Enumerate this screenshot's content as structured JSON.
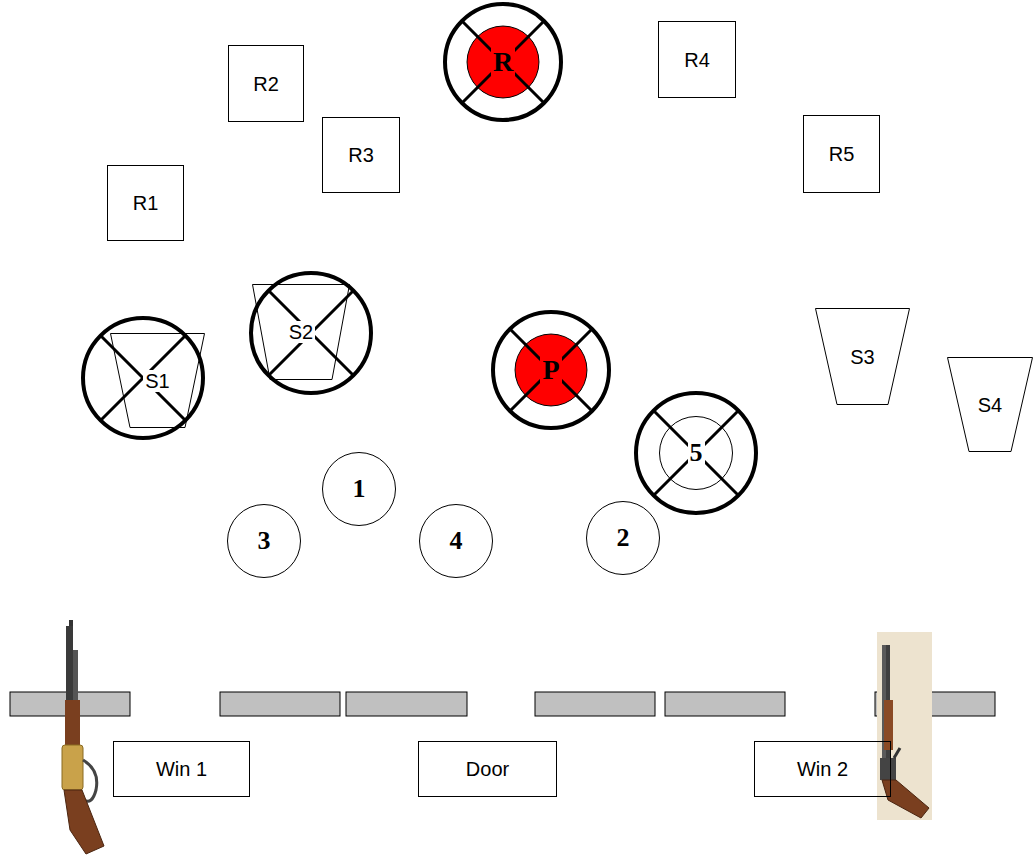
{
  "diagram": {
    "nodes": [
      {
        "text": [
          "R2"
        ]
      },
      {
        "text": [
          "R"
        ]
      },
      {
        "text": [
          "R4"
        ]
      },
      {
        "text": [
          "R1"
        ]
      },
      {
        "text": [
          "R3"
        ]
      },
      {
        "text": [
          "R5"
        ]
      },
      {
        "text": [
          "S1"
        ]
      },
      {
        "text": [
          "S2"
        ]
      },
      {
        "text": [
          "P"
        ]
      },
      {
        "text": [
          "S3"
        ]
      },
      {
        "text": [
          "S4"
        ]
      },
      {
        "text": [
          "5"
        ]
      },
      {
        "text": [
          "1"
        ]
      },
      {
        "text": [
          "3"
        ]
      },
      {
        "text": [
          "4"
        ]
      },
      {
        "text": [
          "2"
        ]
      },
      {
        "text": [
          "Win 1"
        ]
      },
      {
        "text": [
          "Door"
        ]
      },
      {
        "text": [
          "Win 2"
        ]
      }
    ]
  }
}
